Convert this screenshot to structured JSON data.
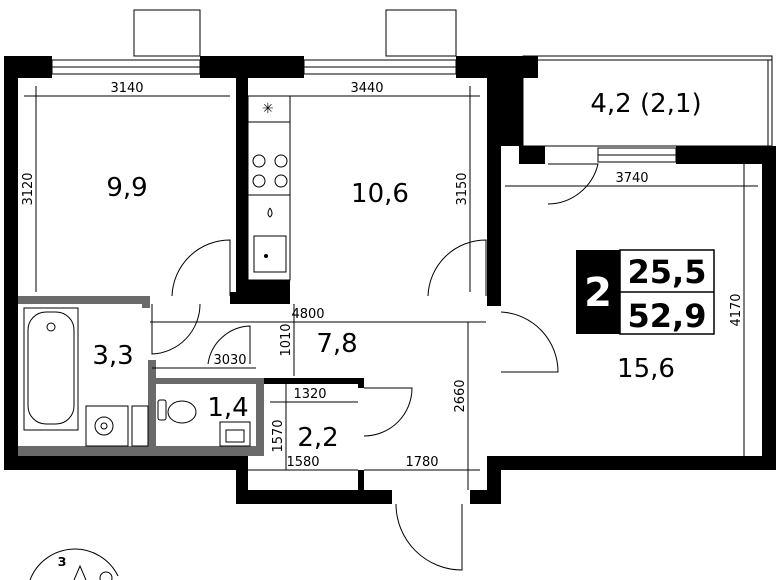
{
  "rooms": {
    "bedroom": "9,9",
    "kitchen": "10,6",
    "balcony": "4,2 (2,1)",
    "living": "15,6",
    "bathroom": "3,3",
    "hall": "7,8",
    "toilet": "1,4",
    "storage": "2,2"
  },
  "dimensions": {
    "bedroom_w": "3140",
    "bedroom_h": "3120",
    "kitchen_w": "3440",
    "kitchen_h": "3150",
    "living_w": "3740",
    "living_h": "4170",
    "hall_w": "4800",
    "hall_h": "1010",
    "toilet_w": "3030",
    "storage_w": "1320",
    "storage_h": "1570",
    "corridor_h": "2660",
    "bottom_left": "1580",
    "bottom_right": "1780"
  },
  "badge": {
    "rooms_count": "2",
    "living_area": "25,5",
    "total_area": "52,9"
  },
  "compass": {
    "label": "З"
  }
}
